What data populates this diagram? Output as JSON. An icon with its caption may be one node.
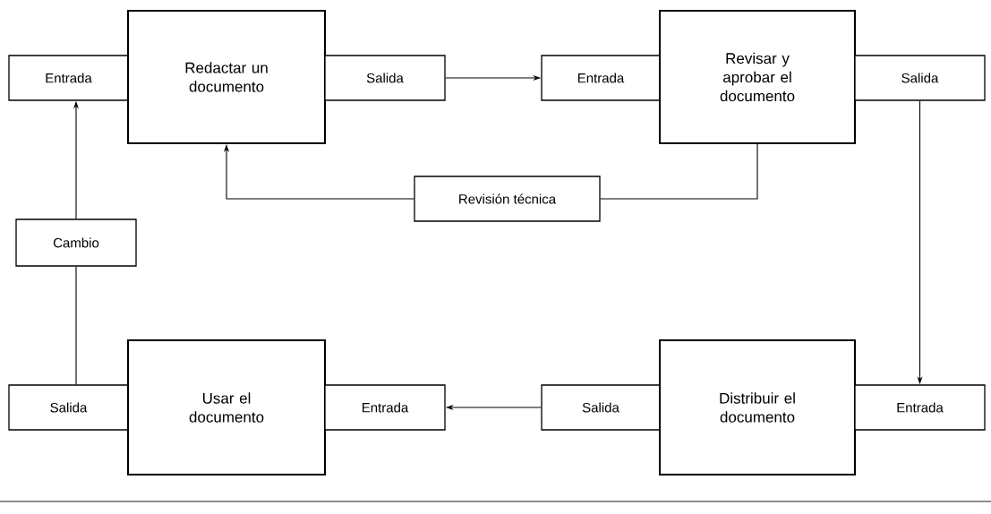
{
  "diagram": {
    "nodes": [
      {
        "text": [
          "Entrada"
        ]
      },
      {
        "text": [
          "Redactar un documento"
        ]
      },
      {
        "text": [
          "Salida"
        ]
      },
      {
        "text": [
          "Entrada"
        ]
      },
      {
        "text": [
          "Revisar y aprobar el documento"
        ]
      },
      {
        "text": [
          "Salida"
        ]
      },
      {
        "text": [
          "Revisión técnica"
        ]
      },
      {
        "text": [
          "Cambio"
        ]
      },
      {
        "text": [
          "Salida"
        ]
      },
      {
        "text": [
          "Usar el documento"
        ]
      },
      {
        "text": [
          "Entrada"
        ]
      },
      {
        "text": [
          "Salida"
        ]
      },
      {
        "text": [
          "Distribuir el documento"
        ]
      },
      {
        "text": [
          "Entrada"
        ]
      }
    ],
    "edges": [
      {
        "from": 2,
        "to": 3,
        "arrow": "to"
      },
      {
        "from": 4,
        "to": 6,
        "arrow": "none"
      },
      {
        "from": 6,
        "to": 1,
        "arrow": "to"
      },
      {
        "from": 5,
        "to": 13,
        "arrow": "to"
      },
      {
        "from": 11,
        "to": 10,
        "arrow": "to"
      },
      {
        "from": 8,
        "to": 7,
        "arrow": "none"
      },
      {
        "from": 7,
        "to": 0,
        "arrow": "to"
      }
    ]
  }
}
